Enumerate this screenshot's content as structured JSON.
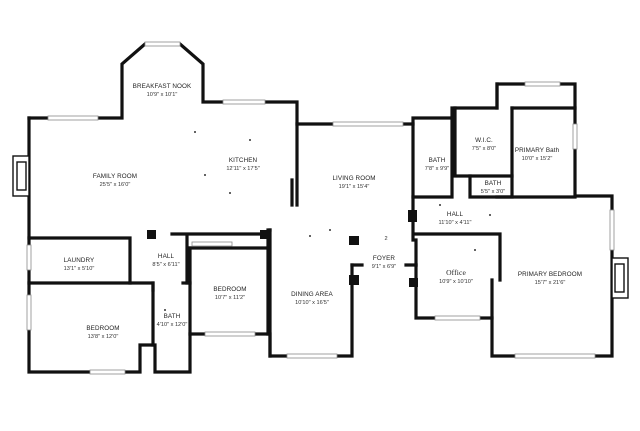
{
  "rooms": {
    "breakfast_nook": {
      "name": "BREAKFAST NOOK",
      "dims": "10'9\" x 10'1\""
    },
    "family_room": {
      "name": "FAMILY ROOM",
      "dims": "25'5\" x 16'0\""
    },
    "kitchen": {
      "name": "KITCHEN",
      "dims": "12'11\" x 17'5\""
    },
    "living_room": {
      "name": "LIVING ROOM",
      "dims": "19'1\" x 15'4\""
    },
    "bath_1": {
      "name": "BATH",
      "dims": "7'8\" x 9'9\""
    },
    "wic": {
      "name": "W.I.C.",
      "dims": "7'5\" x 8'0\""
    },
    "primary_bath": {
      "name": "PRIMARY Bath",
      "dims": "10'0\" x 15'2\""
    },
    "bath_2": {
      "name": "BATH",
      "dims": "5'5\" x 3'0\""
    },
    "hall_1": {
      "name": "HALL",
      "dims": "11'10\" x 4'11\""
    },
    "laundry": {
      "name": "LAUNDRY",
      "dims": "13'1\" x 5'10\""
    },
    "hall_2": {
      "name": "HALL",
      "dims": "8'5\" x 6'11\""
    },
    "bedroom_1": {
      "name": "BEDROOM",
      "dims": "10'7\" x 11'2\""
    },
    "dining_area": {
      "name": "DINING AREA",
      "dims": "10'10\" x 16'5\""
    },
    "foyer": {
      "name": "FOYER",
      "dims": "9'1\" x 6'9\""
    },
    "office": {
      "name": "Office",
      "dims": "10'9\" x 10'10\""
    },
    "primary_bedroom": {
      "name": "PRIMARY BEDROOM",
      "dims": "15'7\" x 21'6\""
    },
    "bedroom_2": {
      "name": "BEDROOM",
      "dims": "13'8\" x 12'0\""
    },
    "bath_3": {
      "name": "BATH",
      "dims": "4'10\" x 12'0\""
    }
  },
  "marker": {
    "text": "2"
  }
}
